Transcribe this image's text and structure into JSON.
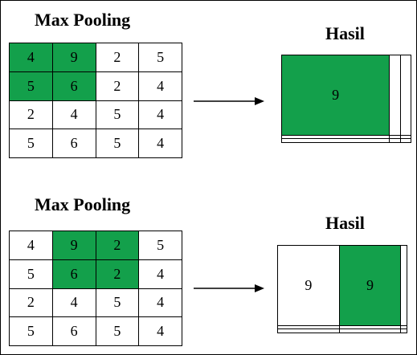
{
  "colors": {
    "highlight": "#13a04b"
  },
  "panels": [
    {
      "title": "Max Pooling",
      "input": [
        [
          4,
          9,
          2,
          5
        ],
        [
          5,
          6,
          2,
          4
        ],
        [
          2,
          4,
          5,
          4
        ],
        [
          5,
          6,
          5,
          4
        ]
      ],
      "highlight": [
        [
          0,
          0
        ],
        [
          0,
          1
        ],
        [
          1,
          0
        ],
        [
          1,
          1
        ]
      ],
      "result_title": "Hasil",
      "result": [
        [
          "9",
          "",
          ""
        ],
        [
          "",
          "",
          ""
        ],
        [
          "",
          "",
          ""
        ]
      ],
      "result_highlight": [
        [
          0,
          0
        ]
      ]
    },
    {
      "title": "Max Pooling",
      "input": [
        [
          4,
          9,
          2,
          5
        ],
        [
          5,
          6,
          2,
          4
        ],
        [
          2,
          4,
          5,
          4
        ],
        [
          5,
          6,
          5,
          4
        ]
      ],
      "highlight": [
        [
          0,
          1
        ],
        [
          0,
          2
        ],
        [
          1,
          1
        ],
        [
          1,
          2
        ]
      ],
      "result_title": "Hasil",
      "result": [
        [
          "9",
          "9",
          ""
        ],
        [
          "",
          "",
          ""
        ],
        [
          "",
          "",
          ""
        ]
      ],
      "result_highlight": [
        [
          0,
          1
        ]
      ]
    }
  ]
}
